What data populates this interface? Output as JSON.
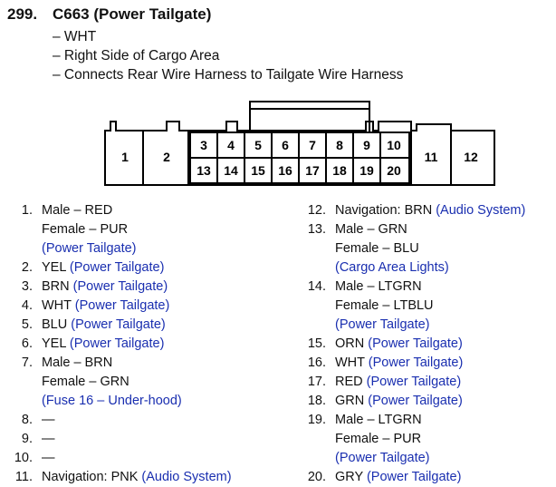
{
  "header": {
    "number": "299.",
    "title": "C663 (Power Tailgate)",
    "lines": [
      "– WHT",
      "– Right Side of Cargo Area",
      "– Connects Rear Wire Harness to Tailgate Wire Harness"
    ]
  },
  "connector": {
    "pins": [
      "1",
      "2",
      "3",
      "4",
      "5",
      "6",
      "7",
      "8",
      "9",
      "10",
      "11",
      "12",
      "13",
      "14",
      "15",
      "16",
      "17",
      "18",
      "19",
      "20"
    ]
  },
  "pins_left": [
    {
      "no": "1.",
      "lines": [
        "Male – RED",
        "Female – PUR"
      ],
      "ref": "(Power Tailgate)",
      "ref_newline": true
    },
    {
      "no": "2.",
      "lines": [
        "YEL"
      ],
      "ref": "(Power Tailgate)"
    },
    {
      "no": "3.",
      "lines": [
        "BRN"
      ],
      "ref": "(Power Tailgate)"
    },
    {
      "no": "4.",
      "lines": [
        "WHT"
      ],
      "ref": "(Power Tailgate)"
    },
    {
      "no": "5.",
      "lines": [
        "BLU"
      ],
      "ref": "(Power Tailgate)"
    },
    {
      "no": "6.",
      "lines": [
        "YEL"
      ],
      "ref": "(Power Tailgate)"
    },
    {
      "no": "7.",
      "lines": [
        "Male – BRN",
        "Female – GRN"
      ],
      "ref": "(Fuse 16 – Under-hood)",
      "ref_newline": true
    },
    {
      "no": "8.",
      "lines": [
        "—"
      ]
    },
    {
      "no": "9.",
      "lines": [
        "—"
      ]
    },
    {
      "no": "10.",
      "lines": [
        "—"
      ]
    },
    {
      "no": "11.",
      "lines": [
        "Navigation: PNK"
      ],
      "ref": "(Audio System)"
    }
  ],
  "pins_right": [
    {
      "no": "12.",
      "lines": [
        "Navigation: BRN"
      ],
      "ref": "(Audio System)"
    },
    {
      "no": "13.",
      "lines": [
        "Male – GRN",
        "Female – BLU"
      ],
      "ref": "(Cargo Area Lights)",
      "ref_newline": true
    },
    {
      "no": "14.",
      "lines": [
        "Male – LTGRN",
        "Female – LTBLU"
      ],
      "ref": "(Power Tailgate)",
      "ref_newline": true
    },
    {
      "no": "15.",
      "lines": [
        "ORN"
      ],
      "ref": "(Power Tailgate)"
    },
    {
      "no": "16.",
      "lines": [
        "WHT"
      ],
      "ref": "(Power Tailgate)"
    },
    {
      "no": "17.",
      "lines": [
        "RED"
      ],
      "ref": "(Power Tailgate)"
    },
    {
      "no": "18.",
      "lines": [
        "GRN"
      ],
      "ref": "(Power Tailgate)"
    },
    {
      "no": "19.",
      "lines": [
        "Male – LTGRN",
        "Female – PUR"
      ],
      "ref": "(Power Tailgate)",
      "ref_newline": true
    },
    {
      "no": "20.",
      "lines": [
        "GRY"
      ],
      "ref": "(Power Tailgate)"
    }
  ],
  "colors": {
    "reference": "#1a2fb0",
    "text": "#111111",
    "outline": "#000000"
  }
}
